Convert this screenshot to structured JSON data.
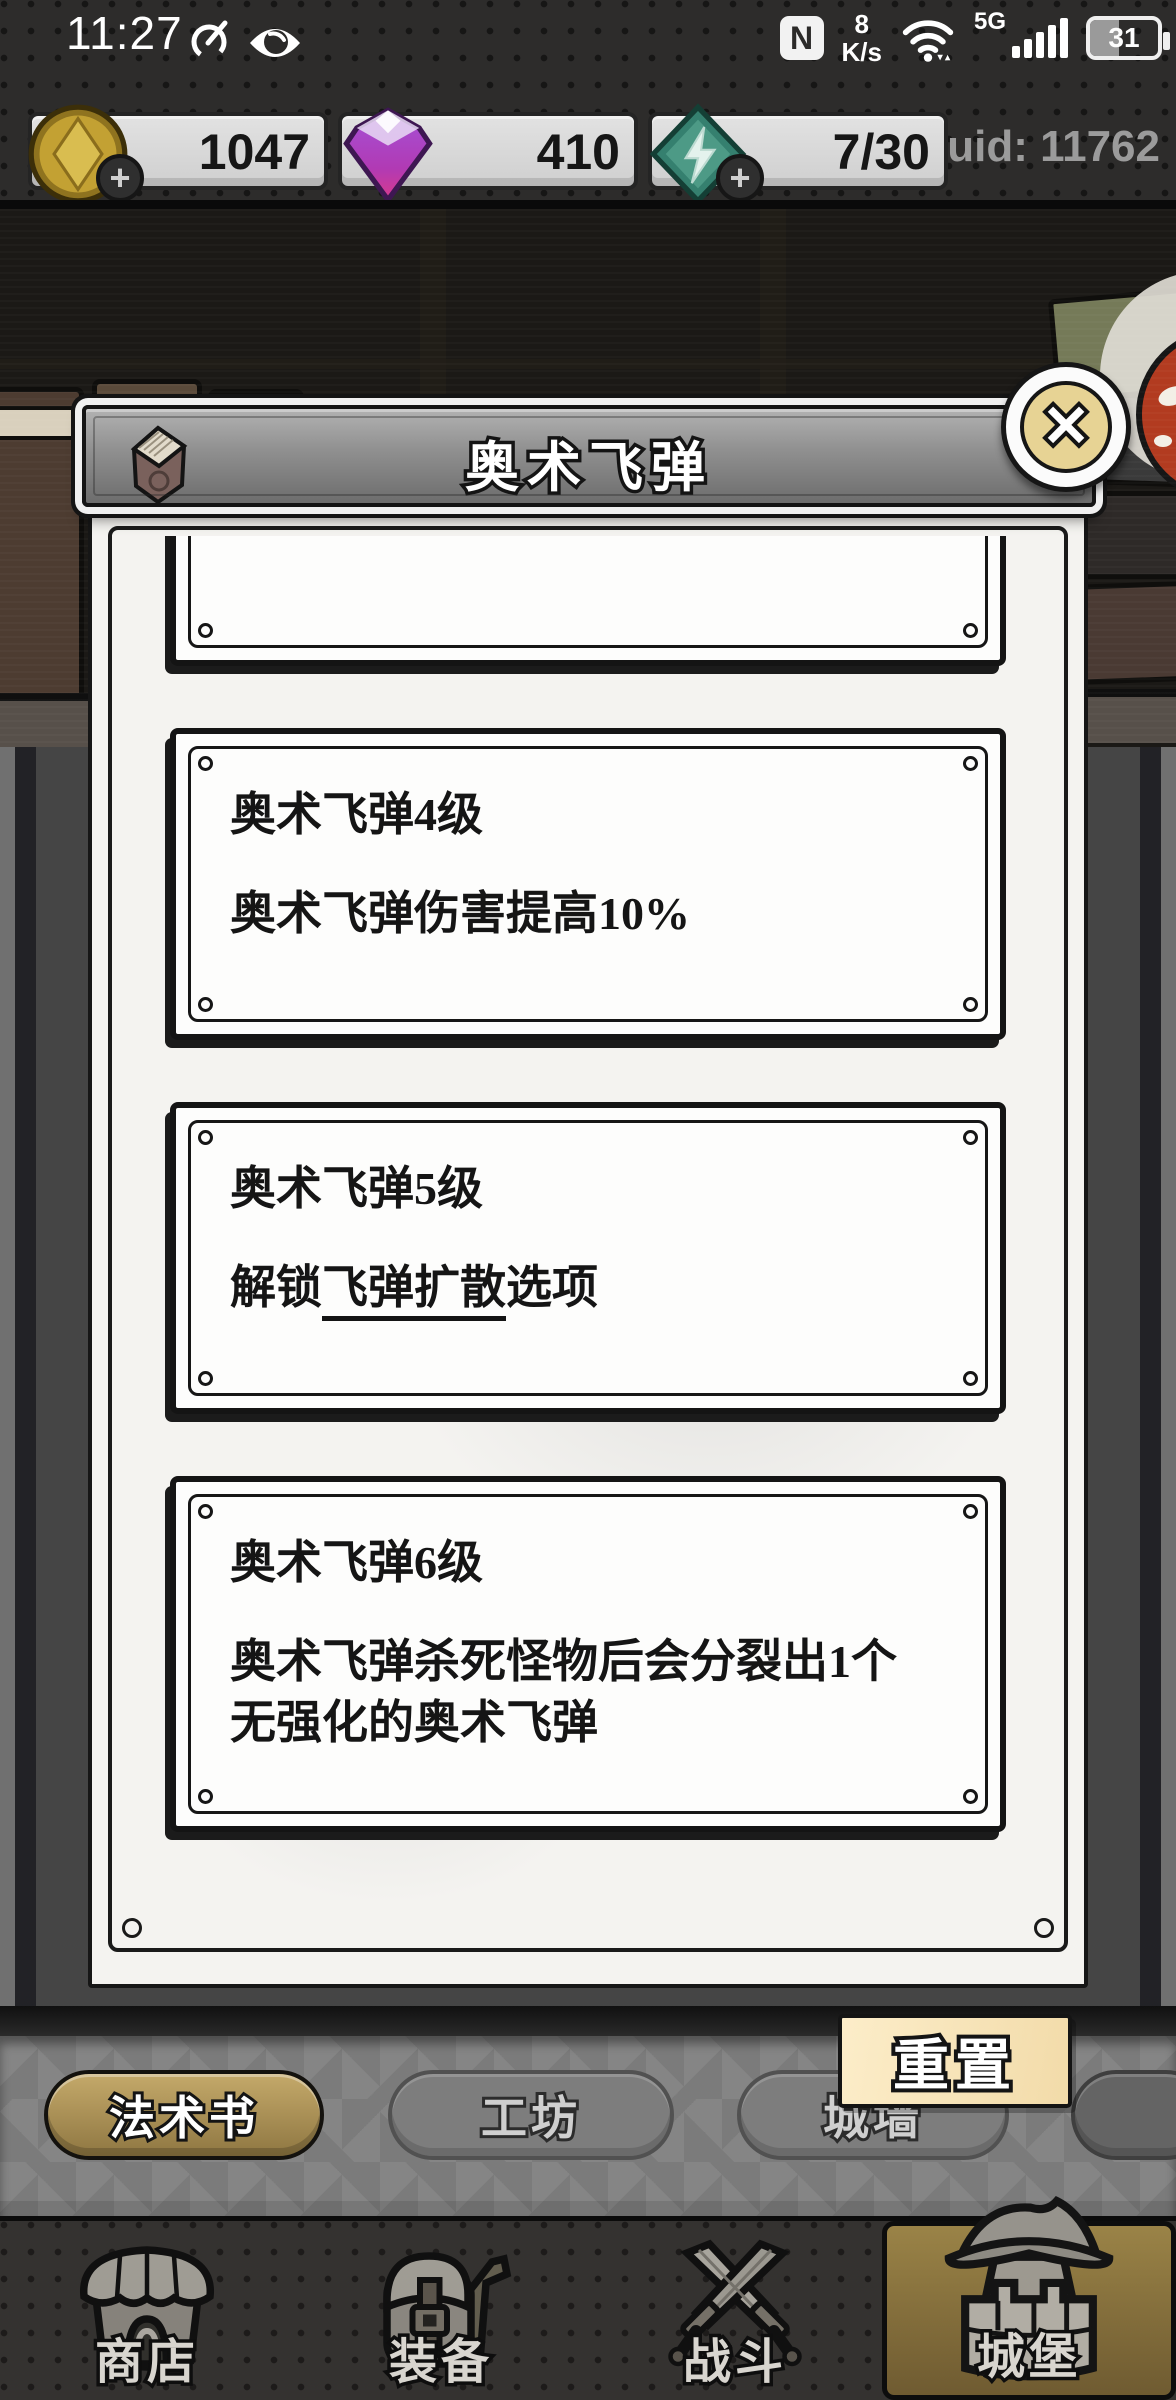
{
  "status_bar": {
    "time": "11:27",
    "left_icons": [
      "data-saver-icon",
      "eye-comfort-icon"
    ],
    "nfc_letter": "N",
    "network_speed_value": "8",
    "network_speed_unit": "K/s",
    "network_type": "5G",
    "battery_level": "31"
  },
  "currency_bar": {
    "gold": {
      "icon": "gold-coin-icon",
      "value": "1047"
    },
    "gems": {
      "icon": "purple-gem-icon",
      "value": "410"
    },
    "energy": {
      "icon": "energy-diamond-icon",
      "value": "7/30"
    },
    "add_symbol": "+",
    "uid_label": "uid: 11762"
  },
  "dialog": {
    "title": "奥术飞弹",
    "title_icon": "spellbook-icon",
    "close_icon": "close-x",
    "close_glyph": "✕",
    "cards": [
      {
        "partial": true,
        "title": "",
        "description": ""
      },
      {
        "title": "奥术飞弹4级",
        "description": "奥术飞弹伤害提高10%"
      },
      {
        "title": "奥术飞弹5级",
        "desc_prefix": "解锁",
        "desc_link": "飞弹扩散",
        "desc_suffix": "选项"
      },
      {
        "title": "奥术飞弹6级",
        "description": "奥术飞弹杀死怪物后会分裂出1个无强化的奥术飞弹"
      }
    ]
  },
  "reset_button": {
    "label": "重置"
  },
  "tabs": [
    {
      "label": "法术书",
      "active": true
    },
    {
      "label": "工坊",
      "active": false
    },
    {
      "label": "城墙",
      "active": false
    },
    {
      "label": "",
      "active": false
    }
  ],
  "bottom_nav": [
    {
      "label": "商店",
      "icon": "shop-icon",
      "active": false
    },
    {
      "label": "装备",
      "icon": "backpack-icon",
      "active": false
    },
    {
      "label": "战斗",
      "icon": "crossed-swords-icon",
      "active": false
    },
    {
      "label": "城堡",
      "icon": "castle-tower-icon",
      "active": true
    }
  ],
  "colors": {
    "paper": "#f4f3f0",
    "title_bar_gray": "#8f8f8f",
    "active_tab_gold": "#b99b55",
    "reset_cream": "#f5e2b4",
    "nav_active_gold": "#8a7440",
    "argyle_gray": "#858585",
    "pill_gray": "#d8d8d8",
    "coin_gold": "#c3a133",
    "gem_purple": "#a04fd4",
    "energy_teal": "#3f8d7c"
  }
}
